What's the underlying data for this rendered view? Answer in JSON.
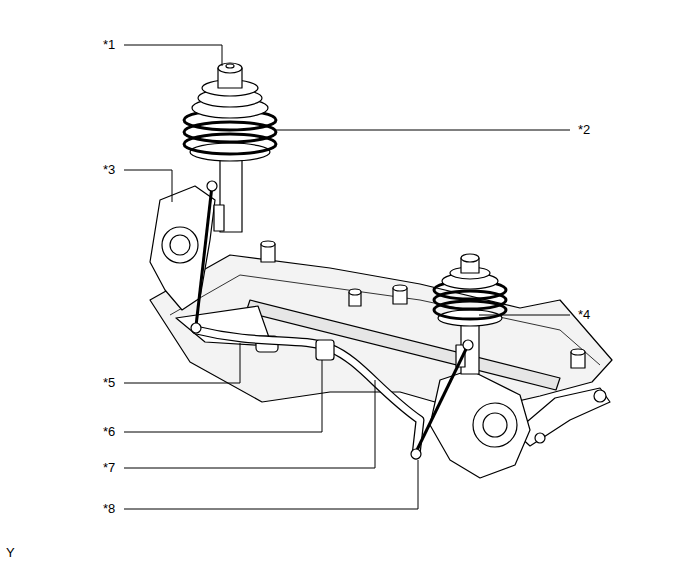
{
  "diagram": {
    "labels": [
      "*1",
      "*2",
      "*3",
      "*4",
      "*5",
      "*6",
      "*7",
      "*8",
      "Y"
    ]
  }
}
